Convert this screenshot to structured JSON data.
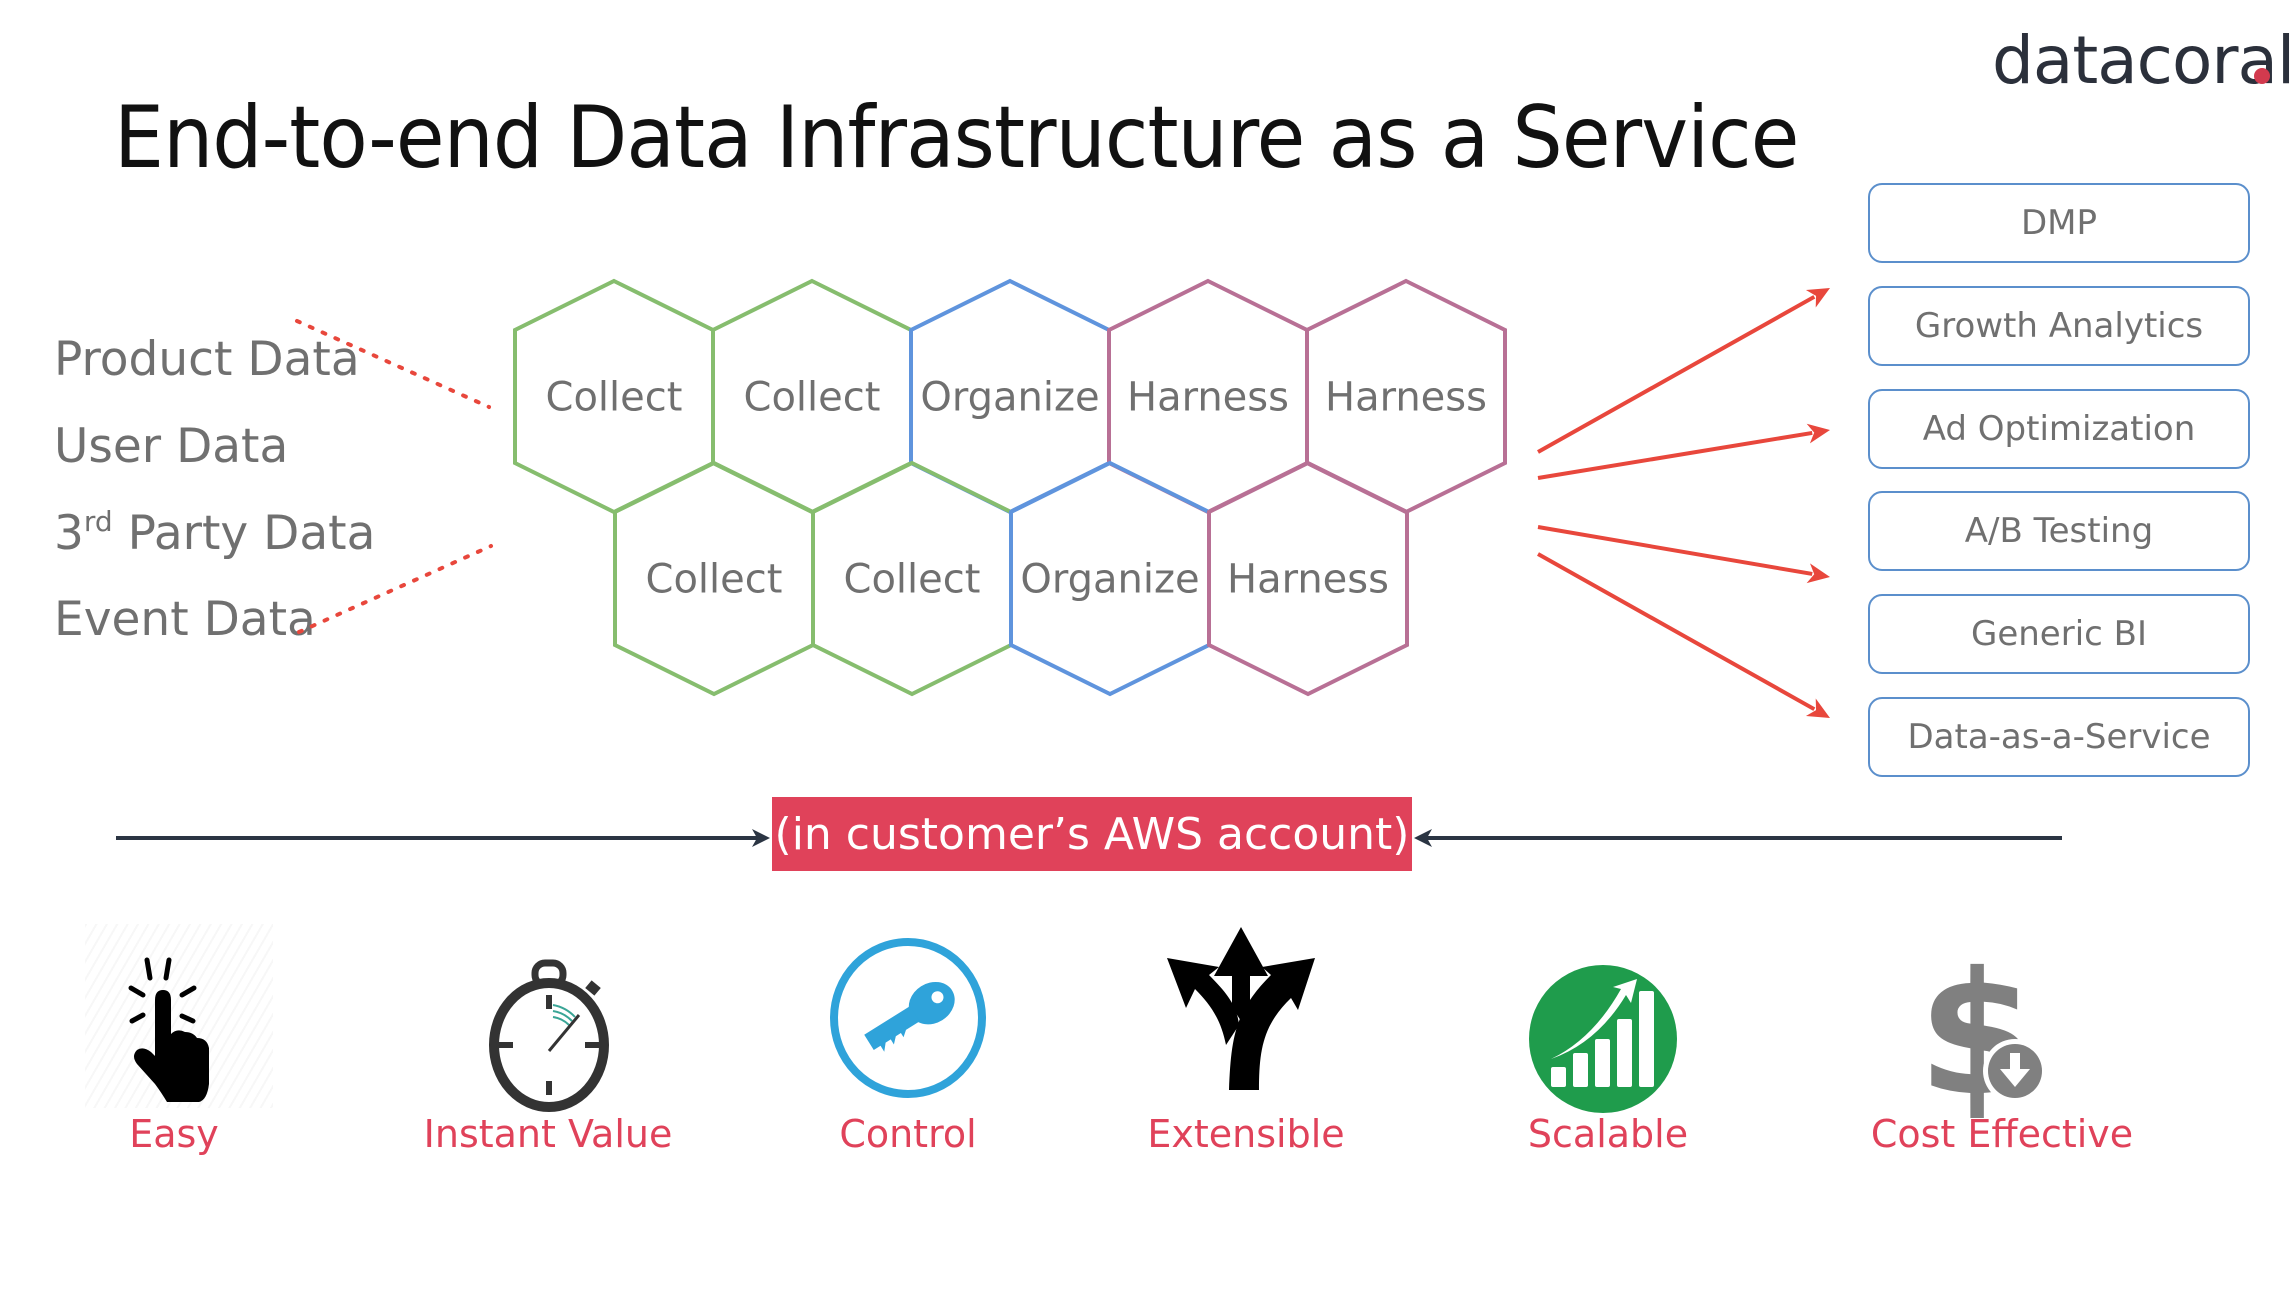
{
  "header": {
    "title": "End-to-end Data Infrastructure as a Service",
    "logo_text": "datacoral",
    "logo_dot_color": "#d23a4e"
  },
  "sources": [
    {
      "label": "Product Data"
    },
    {
      "prefix": "3",
      "sup": "rd",
      "label": " Party Data",
      "note": "third-party"
    },
    {
      "label": "User Data"
    },
    {
      "label": "Event Data"
    }
  ],
  "source_list": {
    "product": "Product Data",
    "user": "User Data",
    "third_party_num": "3",
    "third_party_sup": "rd",
    "third_party_rest": " Party Data",
    "event": "Event Data"
  },
  "stages": {
    "colors": {
      "Collect": "#86bd6e",
      "Organize": "#5f94dd",
      "Harness": "#b87095"
    },
    "top_row": [
      "Collect",
      "Collect",
      "Organize",
      "Harness",
      "Harness"
    ],
    "bottom_row": [
      "Collect",
      "Collect",
      "Organize",
      "Harness"
    ]
  },
  "outputs": [
    "DMP",
    "Growth Analytics",
    "Ad Optimization",
    "A/B Testing",
    "Generic BI",
    "Data-as-a-Service"
  ],
  "deployment": {
    "label": "(in customer’s AWS account)",
    "bg_color": "#e0425a",
    "line_color": "#2b3543"
  },
  "colors": {
    "arrow_red": "#e8473c",
    "text_grey": "#707070",
    "benefit_red": "#e0425a"
  },
  "benefits": [
    {
      "label": "Easy",
      "icon": "tap-finger-icon"
    },
    {
      "label": "Instant Value",
      "icon": "stopwatch-icon"
    },
    {
      "label": "Control",
      "icon": "key-icon"
    },
    {
      "label": "Extensible",
      "icon": "branching-arrows-icon"
    },
    {
      "label": "Scalable",
      "icon": "growth-chart-icon"
    },
    {
      "label": "Cost Effective",
      "icon": "dollar-down-icon"
    }
  ]
}
